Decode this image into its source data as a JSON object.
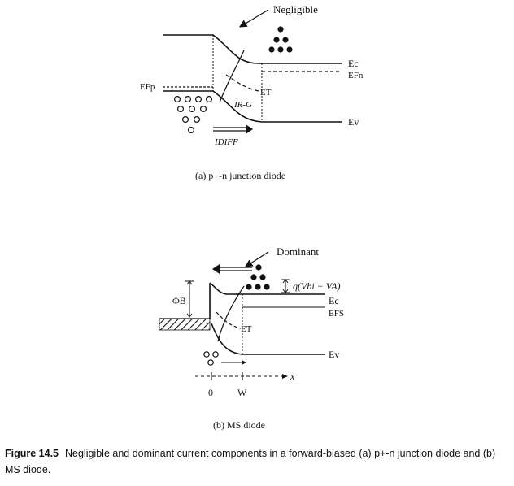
{
  "diagram_a": {
    "pointer_label": "Negligible",
    "ec": "Ec",
    "efn": "EFn",
    "efp": "EFp",
    "et": "ET",
    "ev": "Ev",
    "irg": "IR-G",
    "idiff": "IDIFF",
    "subcaption": "(a) p+-n junction diode"
  },
  "diagram_b": {
    "pointer_label": "Dominant",
    "barrier": "q(Vbi − VA)",
    "phib": "ΦB",
    "ec": "Ec",
    "efs": "EFS",
    "et": "ET",
    "ev": "Ev",
    "x_axis": "x",
    "tick_0": "0",
    "tick_w": "W",
    "subcaption": "(b) MS diode"
  },
  "caption": {
    "label": "Figure 14.5",
    "text": "Negligible and dominant current components in a forward-biased (a) p+-n junction diode and (b) MS diode."
  }
}
